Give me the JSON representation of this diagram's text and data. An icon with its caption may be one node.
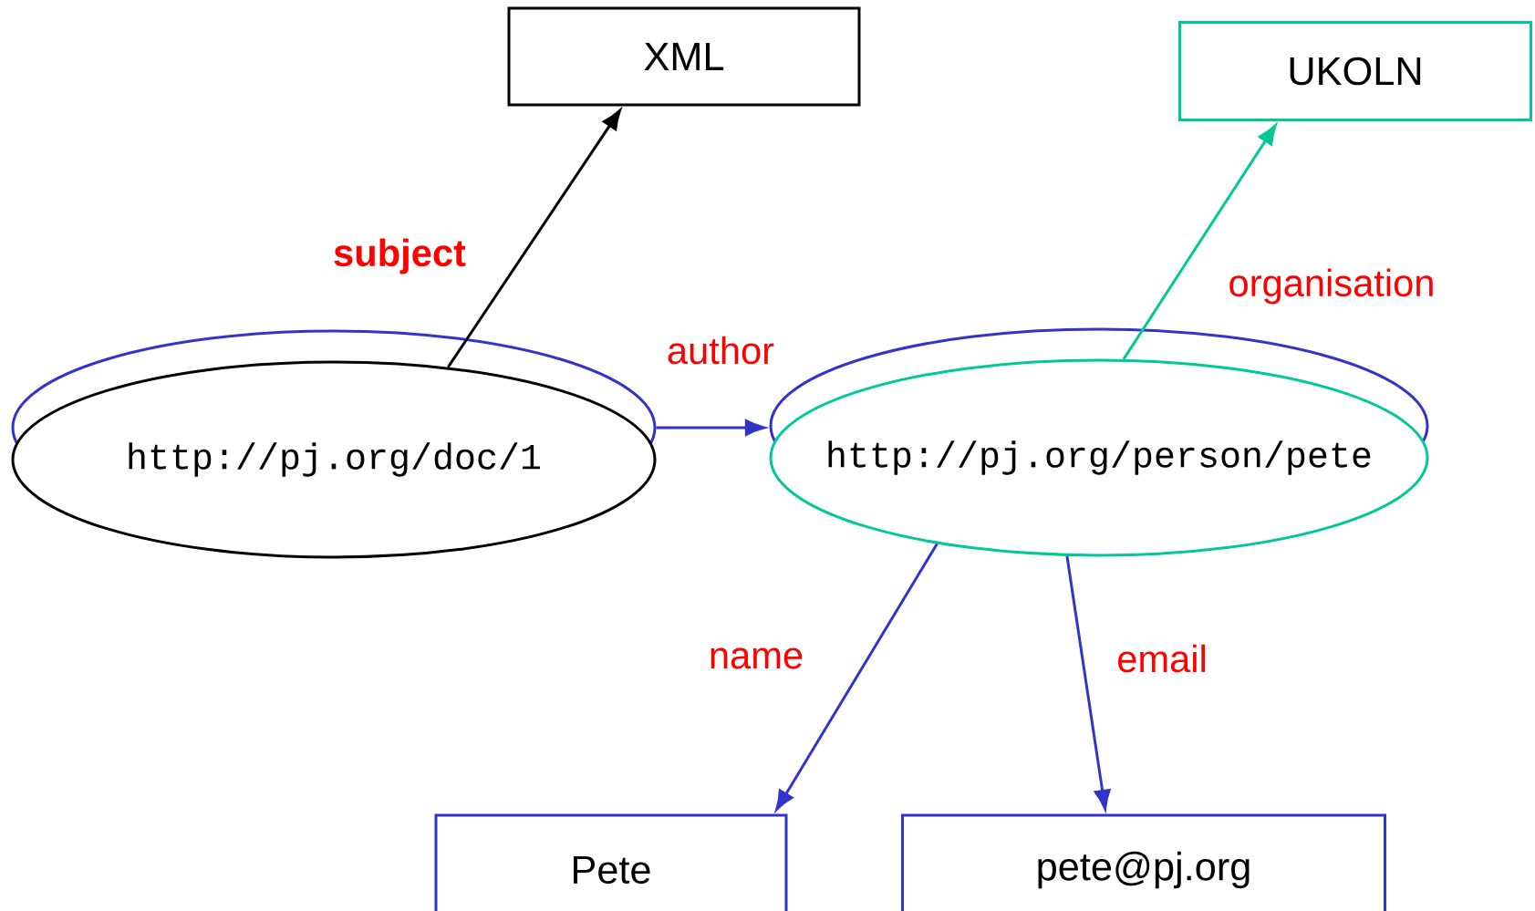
{
  "diagram": {
    "nodes": [
      {
        "text": [
          "XML"
        ]
      },
      {
        "text": [
          "UKOLN"
        ]
      },
      {
        "text": [
          "http://pj.org/doc/1"
        ]
      },
      {
        "text": [
          "http://pj.org/person/pete"
        ]
      },
      {
        "text": [
          "Pete"
        ]
      },
      {
        "text": [
          "pete@pj.org"
        ]
      }
    ],
    "edges": [
      {
        "from": 2,
        "to": 0,
        "arrow": "to",
        "label": "subject",
        "color": "#000000"
      },
      {
        "from": 2,
        "to": 3,
        "arrow": "to",
        "label": "author"
      },
      {
        "from": 3,
        "to": 1,
        "arrow": "to",
        "label": "organisation",
        "color": "#00c896"
      },
      {
        "from": 3,
        "to": 4,
        "arrow": "to",
        "label": "name"
      },
      {
        "from": 3,
        "to": 5,
        "arrow": "to",
        "label": "email"
      }
    ]
  }
}
